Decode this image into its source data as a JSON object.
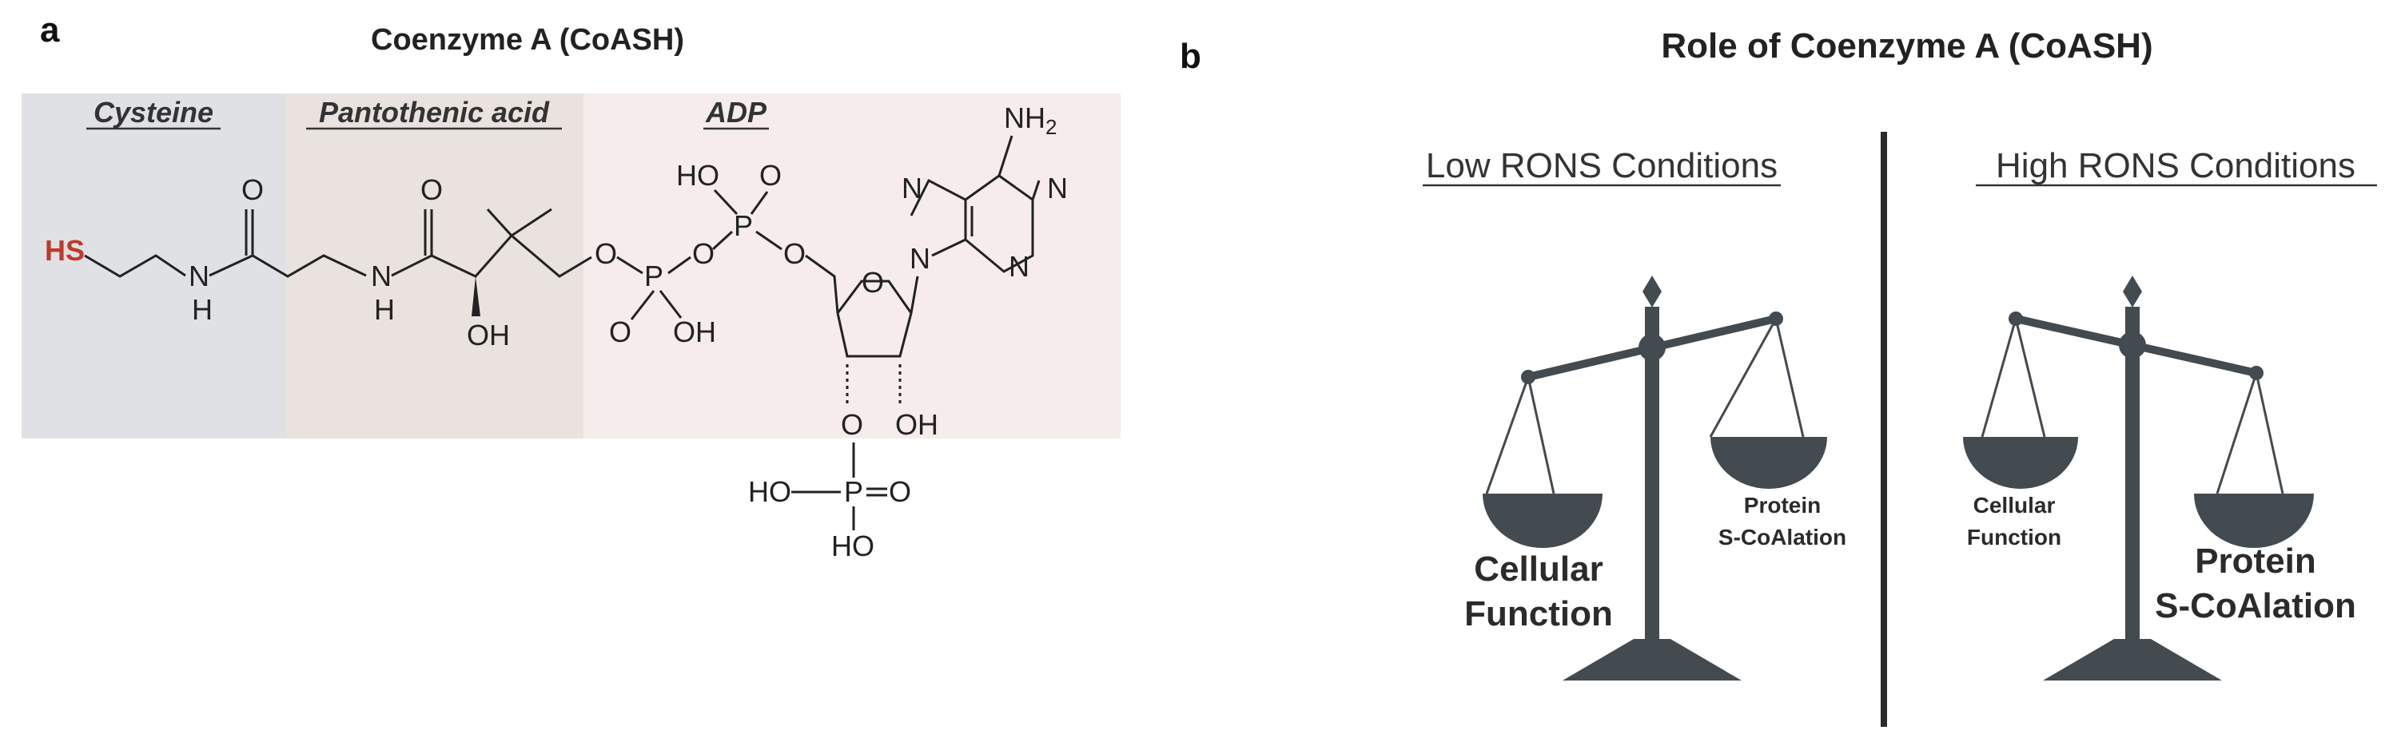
{
  "panel_a": {
    "letter": "a",
    "title": "Coenzyme A (CoASH)",
    "regions": {
      "cysteine": "Cysteine",
      "pantothenic": "Pantothenic acid",
      "adp": "ADP"
    },
    "region_colors": {
      "cysteine": "#dfe1e4",
      "pantothenic": "#e9e2de",
      "adp": "#f6ecec"
    },
    "atoms": {
      "hs": "HS",
      "n": "N",
      "h": "H",
      "o": "O",
      "oh": "OH",
      "p": "P",
      "ho": "HO",
      "nh2": "NH",
      "nh2_sub": "2",
      "ho_p": "HO",
      "hs_color": "#c0392b"
    }
  },
  "panel_b": {
    "letter": "b",
    "title": "Role of Coenzyme A (CoASH)",
    "low": {
      "heading": "Low RONS Conditions",
      "left_label_1": "Cellular",
      "left_label_2": "Function",
      "right_label_1": "Protein",
      "right_label_2": "S-CoAlation"
    },
    "high": {
      "heading": "High RONS Conditions",
      "left_label_1": "Cellular",
      "left_label_2": "Function",
      "right_label_1": "Protein",
      "right_label_2": "S-CoAlation"
    },
    "scale_color": "#434a50"
  }
}
